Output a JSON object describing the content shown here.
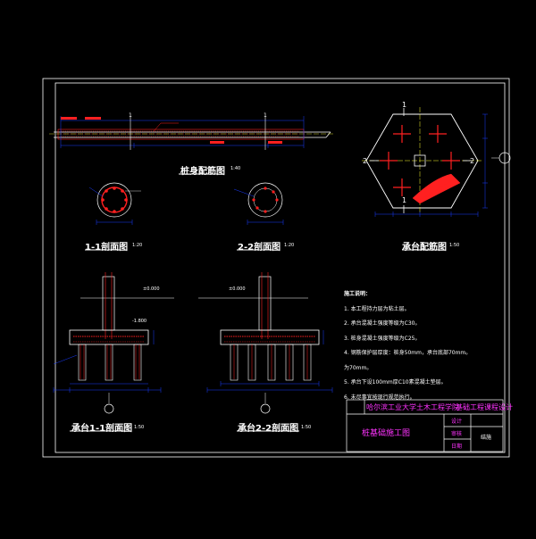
{
  "colors": {
    "background": "#000000",
    "frame": "#ffffff",
    "rebar": "#ff2020",
    "dimension": "#1a3cff",
    "section_label": "#ffffff",
    "cyan": "#00e5ff",
    "yellow": "#ffff33",
    "green": "#33ff33",
    "magenta": "#ff33ff"
  },
  "pile_body": {
    "title": "桩身配筋图",
    "scale": "1:40",
    "section_1": "1",
    "section_2": "1"
  },
  "section_1_1": {
    "title": "1-1剖面图",
    "scale": "1:20"
  },
  "section_2_2": {
    "title": "2-2剖面图",
    "scale": "1:20"
  },
  "cap_plan": {
    "title": "承台配筋图",
    "scale": "1:50",
    "mark_1_top": "1",
    "mark_1_bottom": "1",
    "mark_2_left": "2",
    "mark_2_right": "2"
  },
  "cap_section_1_1": {
    "title": "承台1-1剖面图",
    "scale": "1:50",
    "elevation_label": "±0.000",
    "level_label": "-1.800"
  },
  "cap_section_2_2": {
    "title": "承台2-2剖面图",
    "scale": "1:50",
    "elevation_label": "±0.000"
  },
  "notes": {
    "heading": "施工说明：",
    "items": [
      "1. 本工程持力层为粘土层。",
      "2. 承台混凝土强度等级为C30。",
      "3. 桩身混凝土强度等级为C25。",
      "4. 钢筋保护层厚度：桩身50mm，承台底部70mm。",
      "为70mm。",
      "5. 承台下设100mm厚C10素混凝土垫层。",
      "6. 未尽事宜按现行规范执行。"
    ]
  },
  "title_block": {
    "school": "哈尔滨工业大学土木工程学院",
    "course": "基础工程课程设计",
    "drawing_name": "桩基础施工图",
    "row_labels": [
      "设计",
      "审核",
      "日期"
    ],
    "sheet_no": "结施"
  }
}
